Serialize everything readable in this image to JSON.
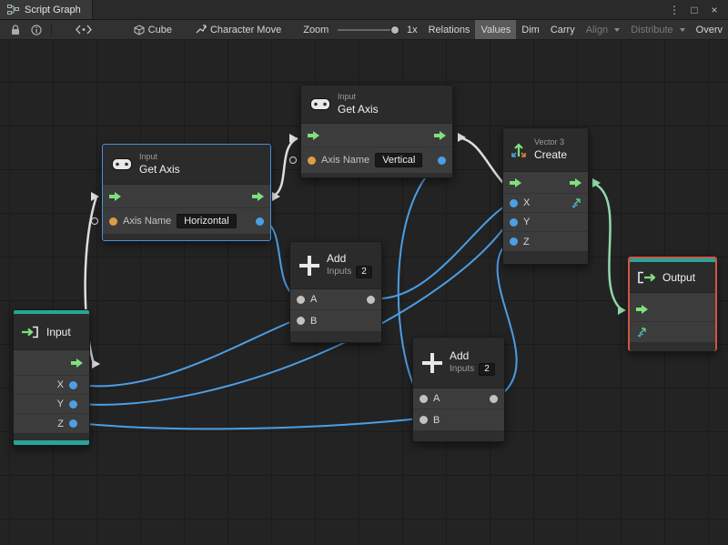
{
  "window": {
    "tab": {
      "title": "Script Graph"
    },
    "controls": {
      "kebab": "⋮",
      "maximize": "□",
      "close": "×"
    }
  },
  "toolbar": {
    "graph_label": "Cube",
    "subgraph_label": "Character Move",
    "zoom": {
      "label": "Zoom",
      "value": "1x"
    },
    "toggles": [
      {
        "label": "Relations"
      },
      {
        "label": "Values"
      },
      {
        "label": "Dim"
      },
      {
        "label": "Carry"
      },
      {
        "label": "Align"
      },
      {
        "label": "Distribute"
      },
      {
        "label": "Overv"
      }
    ]
  },
  "nodes": {
    "get_axis_vertical": {
      "kind": "Input",
      "title": "Get Axis",
      "param_label": "Axis Name",
      "param_value": "Vertical"
    },
    "get_axis_horizontal": {
      "kind": "Input",
      "title": "Get Axis",
      "param_label": "Axis Name",
      "param_value": "Horizontal"
    },
    "add_1": {
      "title": "Add",
      "inputs_label": "Inputs",
      "inputs_count": "2",
      "rows": [
        "A",
        "B"
      ]
    },
    "add_2": {
      "title": "Add",
      "inputs_label": "Inputs",
      "inputs_count": "2",
      "rows": [
        "A",
        "B"
      ]
    },
    "vector3_create": {
      "kind": "Vector 3",
      "title": "Create",
      "rows": [
        "X",
        "Y",
        "Z"
      ]
    },
    "graph_input": {
      "title": "Input",
      "ports": [
        "X",
        "Y",
        "Z"
      ]
    },
    "graph_output": {
      "title": "Output"
    }
  },
  "colors": {
    "flow_wire": "#dedede",
    "flow_wire_green": "#8fd9a8",
    "value_wire": "#4d9ee3",
    "flow_port": "#7ee07e",
    "value_port": "#4d9ee3",
    "string_port": "#dd9e43",
    "selection": "#4a90d9",
    "highlight": "#d35443",
    "unit_accent": "#26a69a"
  }
}
